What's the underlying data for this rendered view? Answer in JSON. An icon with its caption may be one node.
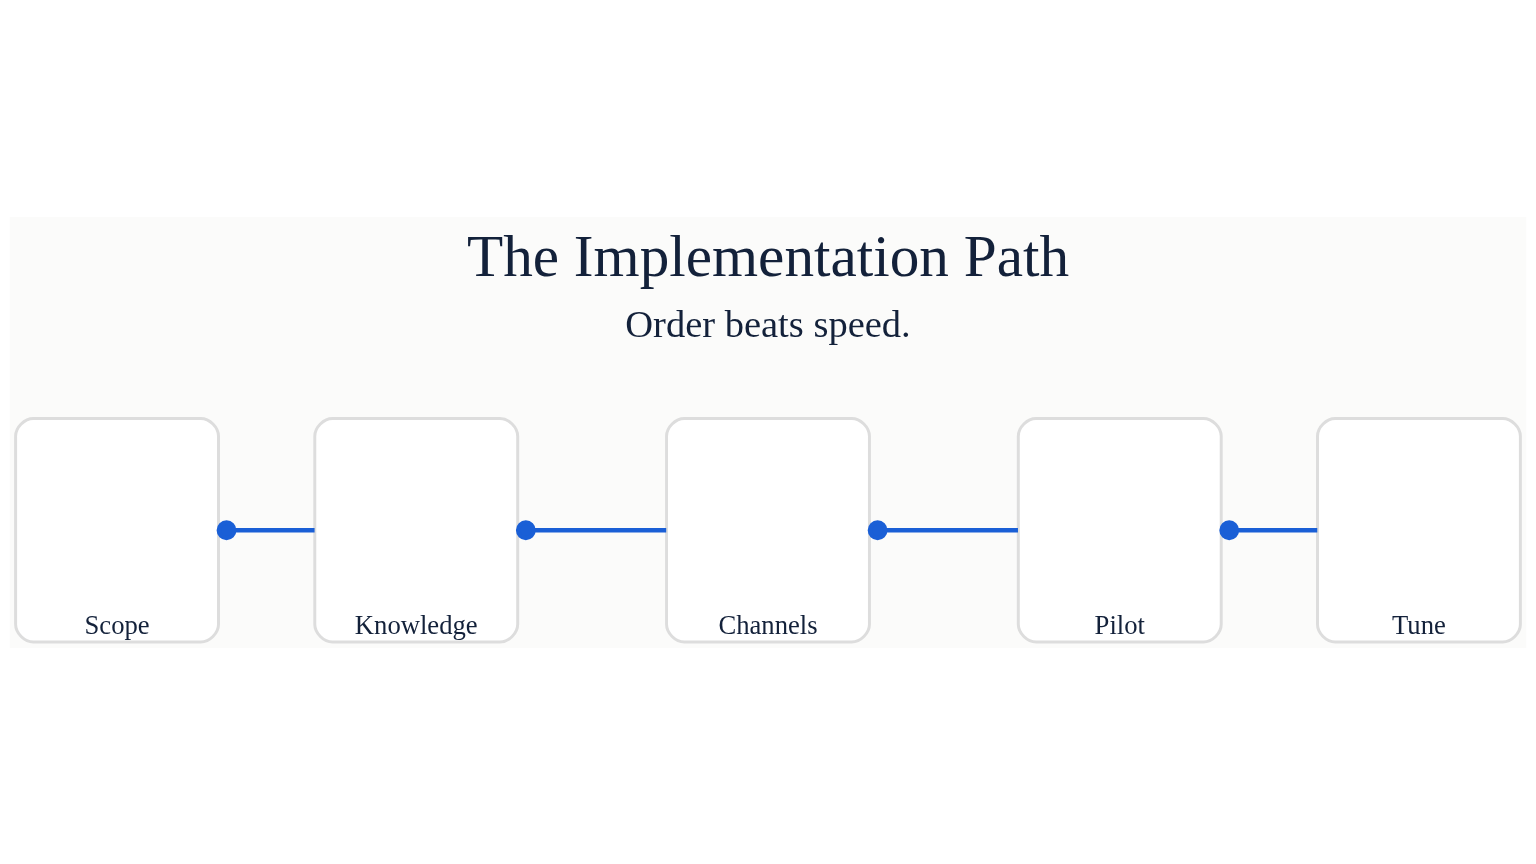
{
  "diagram": {
    "title": "The Implementation Path",
    "nodes": [
      {
        "text": [
          "Scope"
        ]
      },
      {
        "text": [
          "Knowledge"
        ]
      },
      {
        "text": [
          "Channels"
        ]
      },
      {
        "text": [
          "Pilot"
        ]
      },
      {
        "text": [
          "Tune"
        ]
      }
    ],
    "edges": [
      {
        "from": 0,
        "to": 1,
        "arrow": "other"
      },
      {
        "from": 1,
        "to": 2,
        "arrow": "other"
      },
      {
        "from": 2,
        "to": 3,
        "arrow": "other"
      },
      {
        "from": 3,
        "to": 4,
        "arrow": "other"
      }
    ],
    "labels": [
      "Order beats speed."
    ]
  }
}
